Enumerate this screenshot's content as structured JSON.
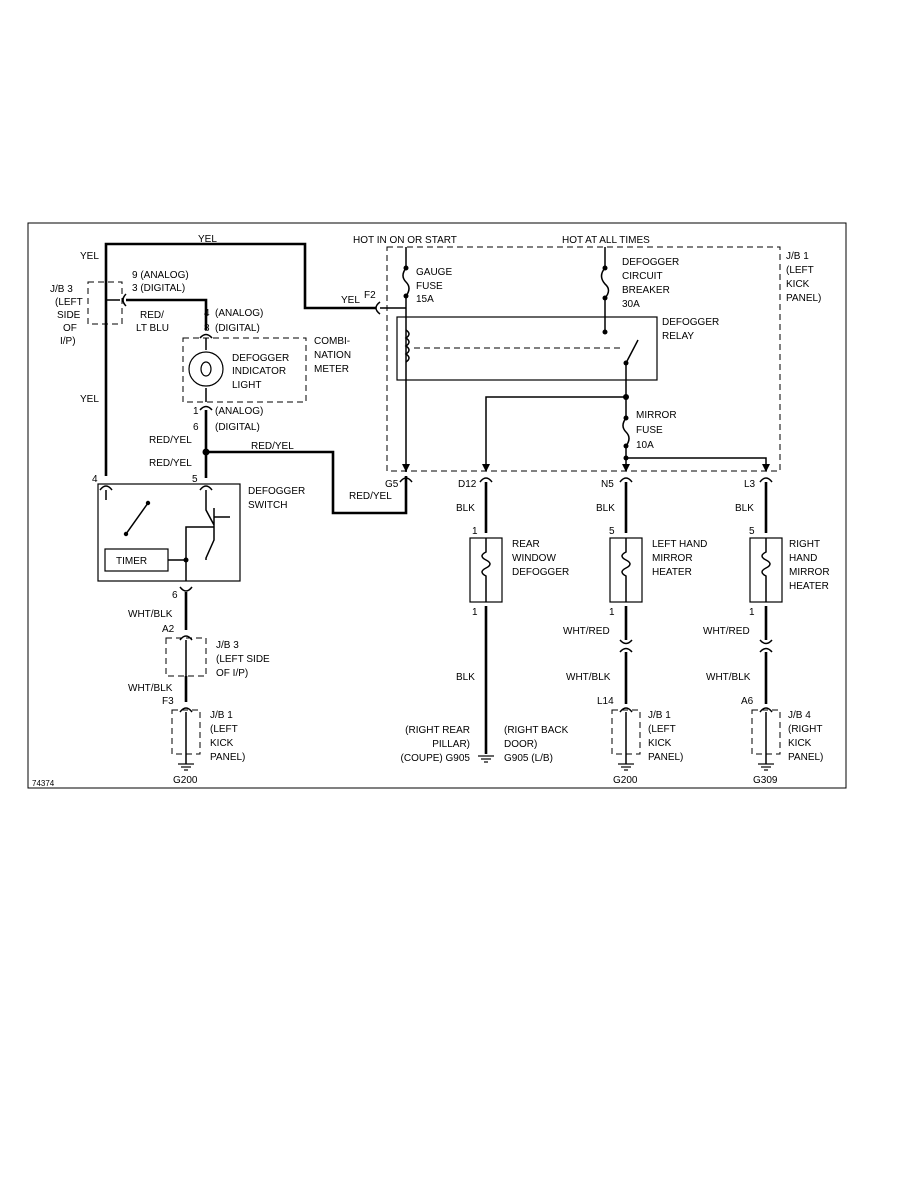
{
  "diagram_id": "74374",
  "power": {
    "hot_in_on_or_start": "HOT IN ON OR START",
    "hot_at_all_times": "HOT AT ALL TIMES"
  },
  "wires": {
    "yel_top": "YEL",
    "yel_left_top": "YEL",
    "yel_left_mid": "YEL",
    "yel_f2": "YEL",
    "red_lt_blu_1": "RED/",
    "red_lt_blu_2": "LT BLU",
    "red_yel_1": "RED/YEL",
    "red_yel_2": "RED/YEL",
    "red_yel_3": "RED/YEL",
    "red_yel_4": "RED/YEL",
    "wht_blk_1": "WHT/BLK",
    "wht_blk_2": "WHT/BLK",
    "blk_d12": "BLK",
    "blk_n5": "BLK",
    "blk_l3": "BLK",
    "blk_rear_lower": "BLK",
    "wht_red_left": "WHT/RED",
    "wht_blk_left": "WHT/BLK",
    "wht_red_right": "WHT/RED",
    "wht_blk_right": "WHT/BLK"
  },
  "connectors": {
    "jb3_pins_analog": "9 (ANALOG)",
    "jb3_pins_digital": "3 (DIGITAL)",
    "meter_top_analog_pin": "4",
    "meter_top_analog": "(ANALOG)",
    "meter_top_digital_pin": "8",
    "meter_top_digital": "(DIGITAL)",
    "meter_bot_analog_pin": "1",
    "meter_bot_analog": "(ANALOG)",
    "meter_bot_digital_pin": "6",
    "meter_bot_digital": "(DIGITAL)",
    "switch_pin_4": "4",
    "switch_pin_5": "5",
    "switch_pin_6": "6",
    "f2": "F2",
    "g5": "G5",
    "d12": "D12",
    "n5": "N5",
    "l3": "L3",
    "a2": "A2",
    "f3": "F3",
    "l14": "L14",
    "a6": "A6",
    "rear_pin_top": "1",
    "rear_pin_bot": "1",
    "lh_pin_top": "5",
    "lh_pin_bot": "1",
    "rh_pin_top": "5",
    "rh_pin_bot": "1"
  },
  "components": {
    "jb3_top": [
      "J/B 3",
      "(LEFT",
      "SIDE",
      "OF",
      "I/P)"
    ],
    "jb1_main": [
      "J/B 1",
      "(LEFT",
      "KICK",
      "PANEL)"
    ],
    "gauge_fuse": [
      "GAUGE",
      "FUSE",
      "15A"
    ],
    "defogger_cb": [
      "DEFOGGER",
      "CIRCUIT",
      "BREAKER",
      "30A"
    ],
    "defogger_relay": [
      "DEFOGGER",
      "RELAY"
    ],
    "mirror_fuse": [
      "MIRROR",
      "FUSE",
      "10A"
    ],
    "indicator_light": [
      "DEFOGGER",
      "INDICATOR",
      "LIGHT"
    ],
    "combination_meter": [
      "COMBI-",
      "NATION",
      "METER"
    ],
    "defogger_switch": [
      "DEFOGGER",
      "SWITCH"
    ],
    "timer": "TIMER",
    "rear_defogger": [
      "REAR",
      "WINDOW",
      "DEFOGGER"
    ],
    "lh_mirror_heater": [
      "LEFT HAND",
      "MIRROR",
      "HEATER"
    ],
    "rh_mirror_heater": [
      "RIGHT",
      "HAND",
      "MIRROR",
      "HEATER"
    ],
    "jb3_lower": [
      "J/B 3",
      "(LEFT SIDE",
      "OF I/P)"
    ],
    "jb1_lower_left": [
      "J/B 1",
      "(LEFT",
      "KICK",
      "PANEL)"
    ],
    "jb1_lower_mid": [
      "J/B 1",
      "(LEFT",
      "KICK",
      "PANEL)"
    ],
    "jb4_lower": [
      "J/B 4",
      "(RIGHT",
      "KICK",
      "PANEL)"
    ]
  },
  "grounds": {
    "g200_left": "G200",
    "g200_mid": "G200",
    "g309": "G309",
    "rear_pillar": [
      "(RIGHT REAR",
      "PILLAR)",
      "(COUPE) G905"
    ],
    "back_door": [
      "(RIGHT BACK",
      "DOOR)",
      "G905 (L/B)"
    ]
  }
}
